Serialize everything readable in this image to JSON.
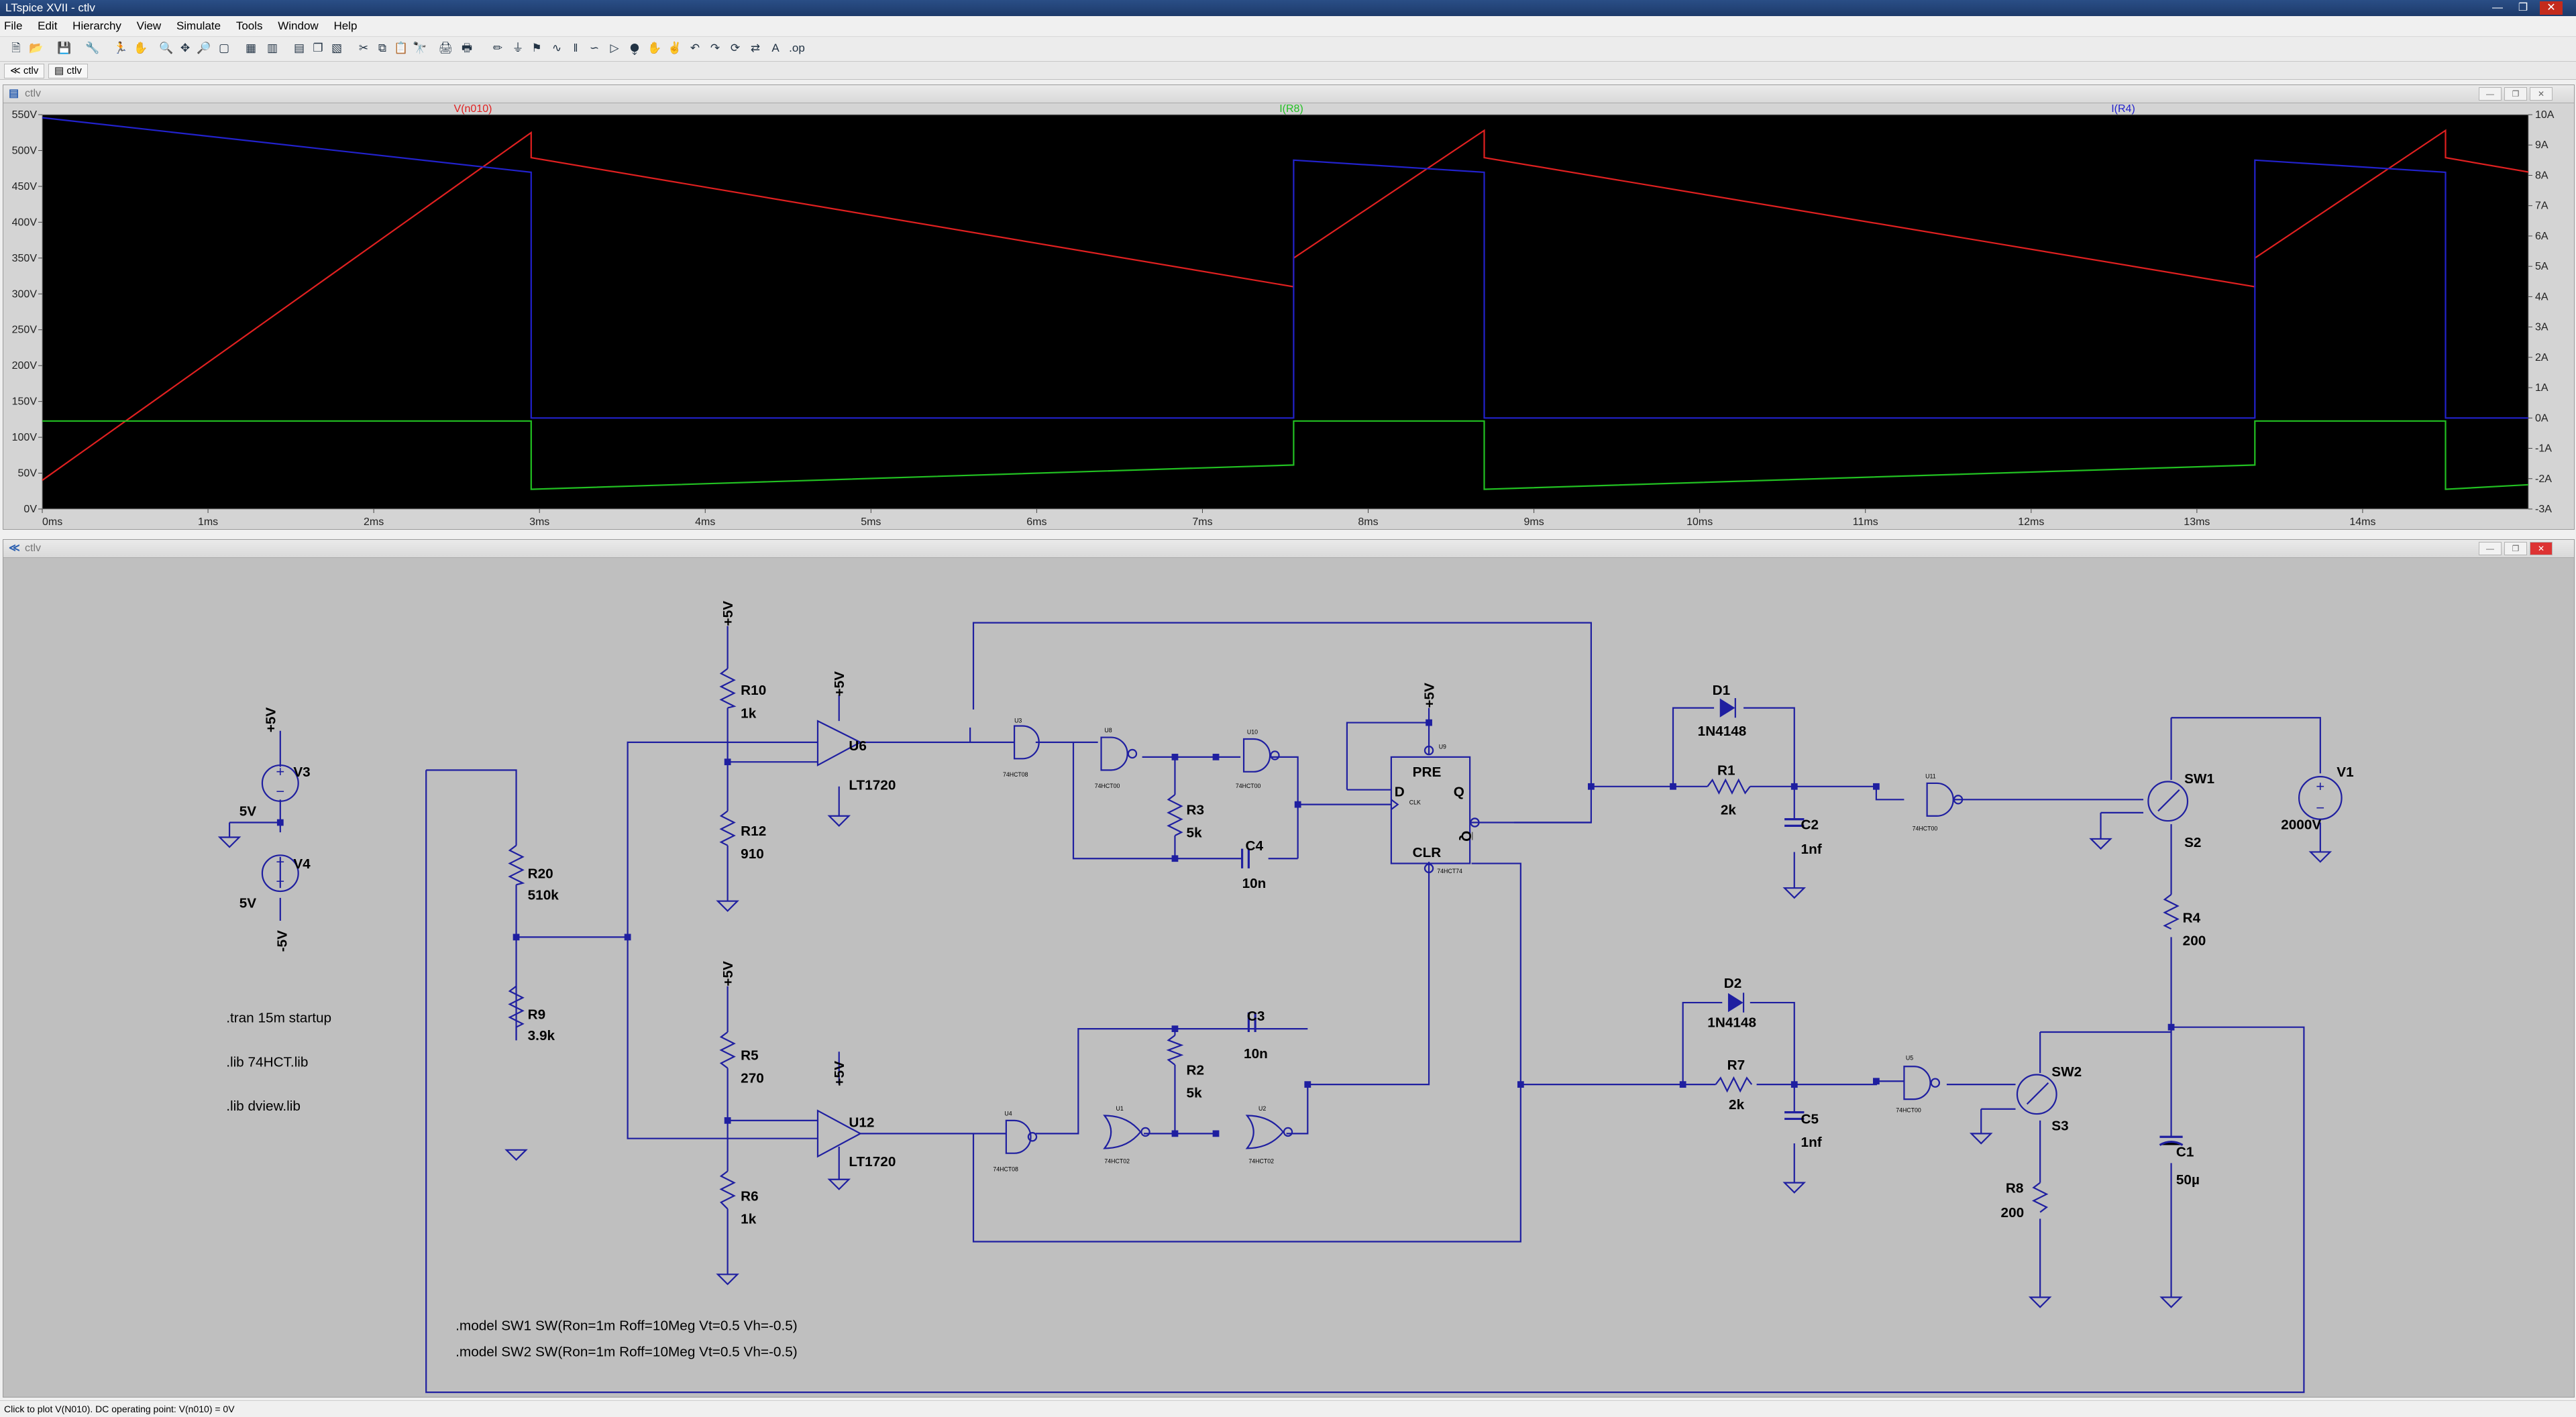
{
  "app": {
    "title": "LTspice XVII - ctlv"
  },
  "menu": [
    "File",
    "Edit",
    "Hierarchy",
    "View",
    "Simulate",
    "Tools",
    "Window",
    "Help"
  ],
  "tabs": [
    "ctlv",
    "ctlv"
  ],
  "plot_window": {
    "title": "ctlv"
  },
  "schematic_window": {
    "title": "ctlv"
  },
  "status": "Click to plot V(N010).  DC operating point: V(n010) = 0V",
  "colors": {
    "red_trace": "#e02020",
    "green_trace": "#22c022",
    "blue_trace": "#2222cc",
    "wire": "#1f1fa0",
    "plot_bg": "#000000",
    "schematic_bg": "#c0c0c0"
  },
  "chart_data": {
    "type": "line",
    "traces": [
      {
        "name": "V(n010)",
        "axis": "left",
        "color": "#e02020",
        "points": [
          [
            0,
            40
          ],
          [
            2.95,
            525
          ],
          [
            2.95,
            490
          ],
          [
            7.55,
            310
          ],
          [
            7.55,
            350
          ],
          [
            8.7,
            528
          ],
          [
            8.7,
            490
          ],
          [
            13.35,
            310
          ],
          [
            13.35,
            350
          ],
          [
            14.5,
            528
          ],
          [
            14.5,
            490
          ],
          [
            15,
            470
          ]
        ]
      },
      {
        "name": "I(R8)",
        "axis": "right",
        "color": "#22c022",
        "points": [
          [
            0,
            -0.1
          ],
          [
            2.95,
            -0.1
          ],
          [
            2.95,
            -2.35
          ],
          [
            7.55,
            -1.55
          ],
          [
            7.55,
            -0.1
          ],
          [
            8.7,
            -0.1
          ],
          [
            8.7,
            -2.35
          ],
          [
            13.35,
            -1.55
          ],
          [
            13.35,
            -0.1
          ],
          [
            14.5,
            -0.1
          ],
          [
            14.5,
            -2.35
          ],
          [
            15,
            -2.2
          ]
        ]
      },
      {
        "name": "I(R4)",
        "axis": "right",
        "color": "#2222cc",
        "points": [
          [
            0,
            9.9
          ],
          [
            2.95,
            8.1
          ],
          [
            2.95,
            0
          ],
          [
            7.55,
            0
          ],
          [
            7.55,
            8.5
          ],
          [
            8.7,
            8.1
          ],
          [
            8.7,
            0
          ],
          [
            13.35,
            0
          ],
          [
            13.35,
            8.5
          ],
          [
            14.5,
            8.1
          ],
          [
            14.5,
            0
          ],
          [
            15,
            0
          ]
        ]
      }
    ],
    "x_ticks": [
      "0ms",
      "1ms",
      "2ms",
      "3ms",
      "4ms",
      "5ms",
      "6ms",
      "7ms",
      "8ms",
      "9ms",
      "10ms",
      "11ms",
      "12ms",
      "13ms",
      "14ms"
    ],
    "left_ticks": [
      "0V",
      "50V",
      "100V",
      "150V",
      "200V",
      "250V",
      "300V",
      "350V",
      "400V",
      "450V",
      "500V",
      "550V"
    ],
    "right_ticks": [
      "-3A",
      "-2A",
      "-1A",
      "0A",
      "1A",
      "2A",
      "3A",
      "4A",
      "5A",
      "6A",
      "7A",
      "8A",
      "9A",
      "10A"
    ],
    "xlim": [
      0,
      15
    ],
    "ylim_left": [
      0,
      550
    ],
    "ylim_right": [
      -3,
      10
    ],
    "grid": false
  },
  "schematic": {
    "labels": {
      "v3": "V3",
      "v4": "V4",
      "v3_val": "5V",
      "v4_val": "5V",
      "plus5": "+5V",
      "minus5": "-5V",
      "r10": "R10",
      "r10_val": "1k",
      "r12": "R12",
      "r12_val": "910",
      "r20": "R20",
      "r20_val": "510k",
      "r9": "R9",
      "r9_val": "3.9k",
      "r5": "R5",
      "r5_val": "270",
      "r6": "R6",
      "r6_val": "1k",
      "u6": "U6",
      "u6_part": "LT1720",
      "u12": "U12",
      "u12_part": "LT1720",
      "u3": "U3",
      "u3_part": "74HCT08",
      "u8": "U8",
      "u8_part": "74HCT00",
      "u10": "U10",
      "u10_part": "74HCT00",
      "r3": "R3",
      "r3_val": "5k",
      "c4": "C4",
      "c4_val": "10n",
      "c3": "C3",
      "c3_val": "10n",
      "r2": "R2",
      "r2_val": "5k",
      "u4": "U4",
      "u4_part": "74HCT08",
      "u1": "U1",
      "u1_part": "74HCT02",
      "u2": "U2",
      "u2_part": "74HCT02",
      "u9": "U9",
      "u9_part": "74HCT74",
      "pre": "PRE",
      "clr": "CLR",
      "d": "D",
      "q": "Q",
      "qbar": "Q̅",
      "clk": "CLK",
      "d1": "D1",
      "d1_val": "1N4148",
      "r1": "R1",
      "r1_val": "2k",
      "c2": "C2",
      "c2_val": "1nf",
      "d2": "D2",
      "d2_val": "1N4148",
      "r7": "R7",
      "r7_val": "2k",
      "c5": "C5",
      "c5_val": "1nf",
      "u11": "U11",
      "u11_part": "74HCT00",
      "u5": "U5",
      "u5_part": "74HCT00",
      "sw1": "SW1",
      "s2": "S2",
      "sw2": "SW2",
      "s3": "S3",
      "v1": "V1",
      "v1_val": "2000V",
      "r4": "R4",
      "r4_val": "200",
      "r8": "R8",
      "r8_val": "200",
      "c1": "C1",
      "c1_val": "50µ"
    },
    "directives": [
      ".tran 15m startup",
      ".lib 74HCT.lib",
      ".lib dview.lib",
      ".model SW1 SW(Ron=1m Roff=10Meg Vt=0.5 Vh=-0.5)",
      ".model SW2 SW(Ron=1m Roff=10Meg Vt=0.5 Vh=-0.5)"
    ]
  }
}
